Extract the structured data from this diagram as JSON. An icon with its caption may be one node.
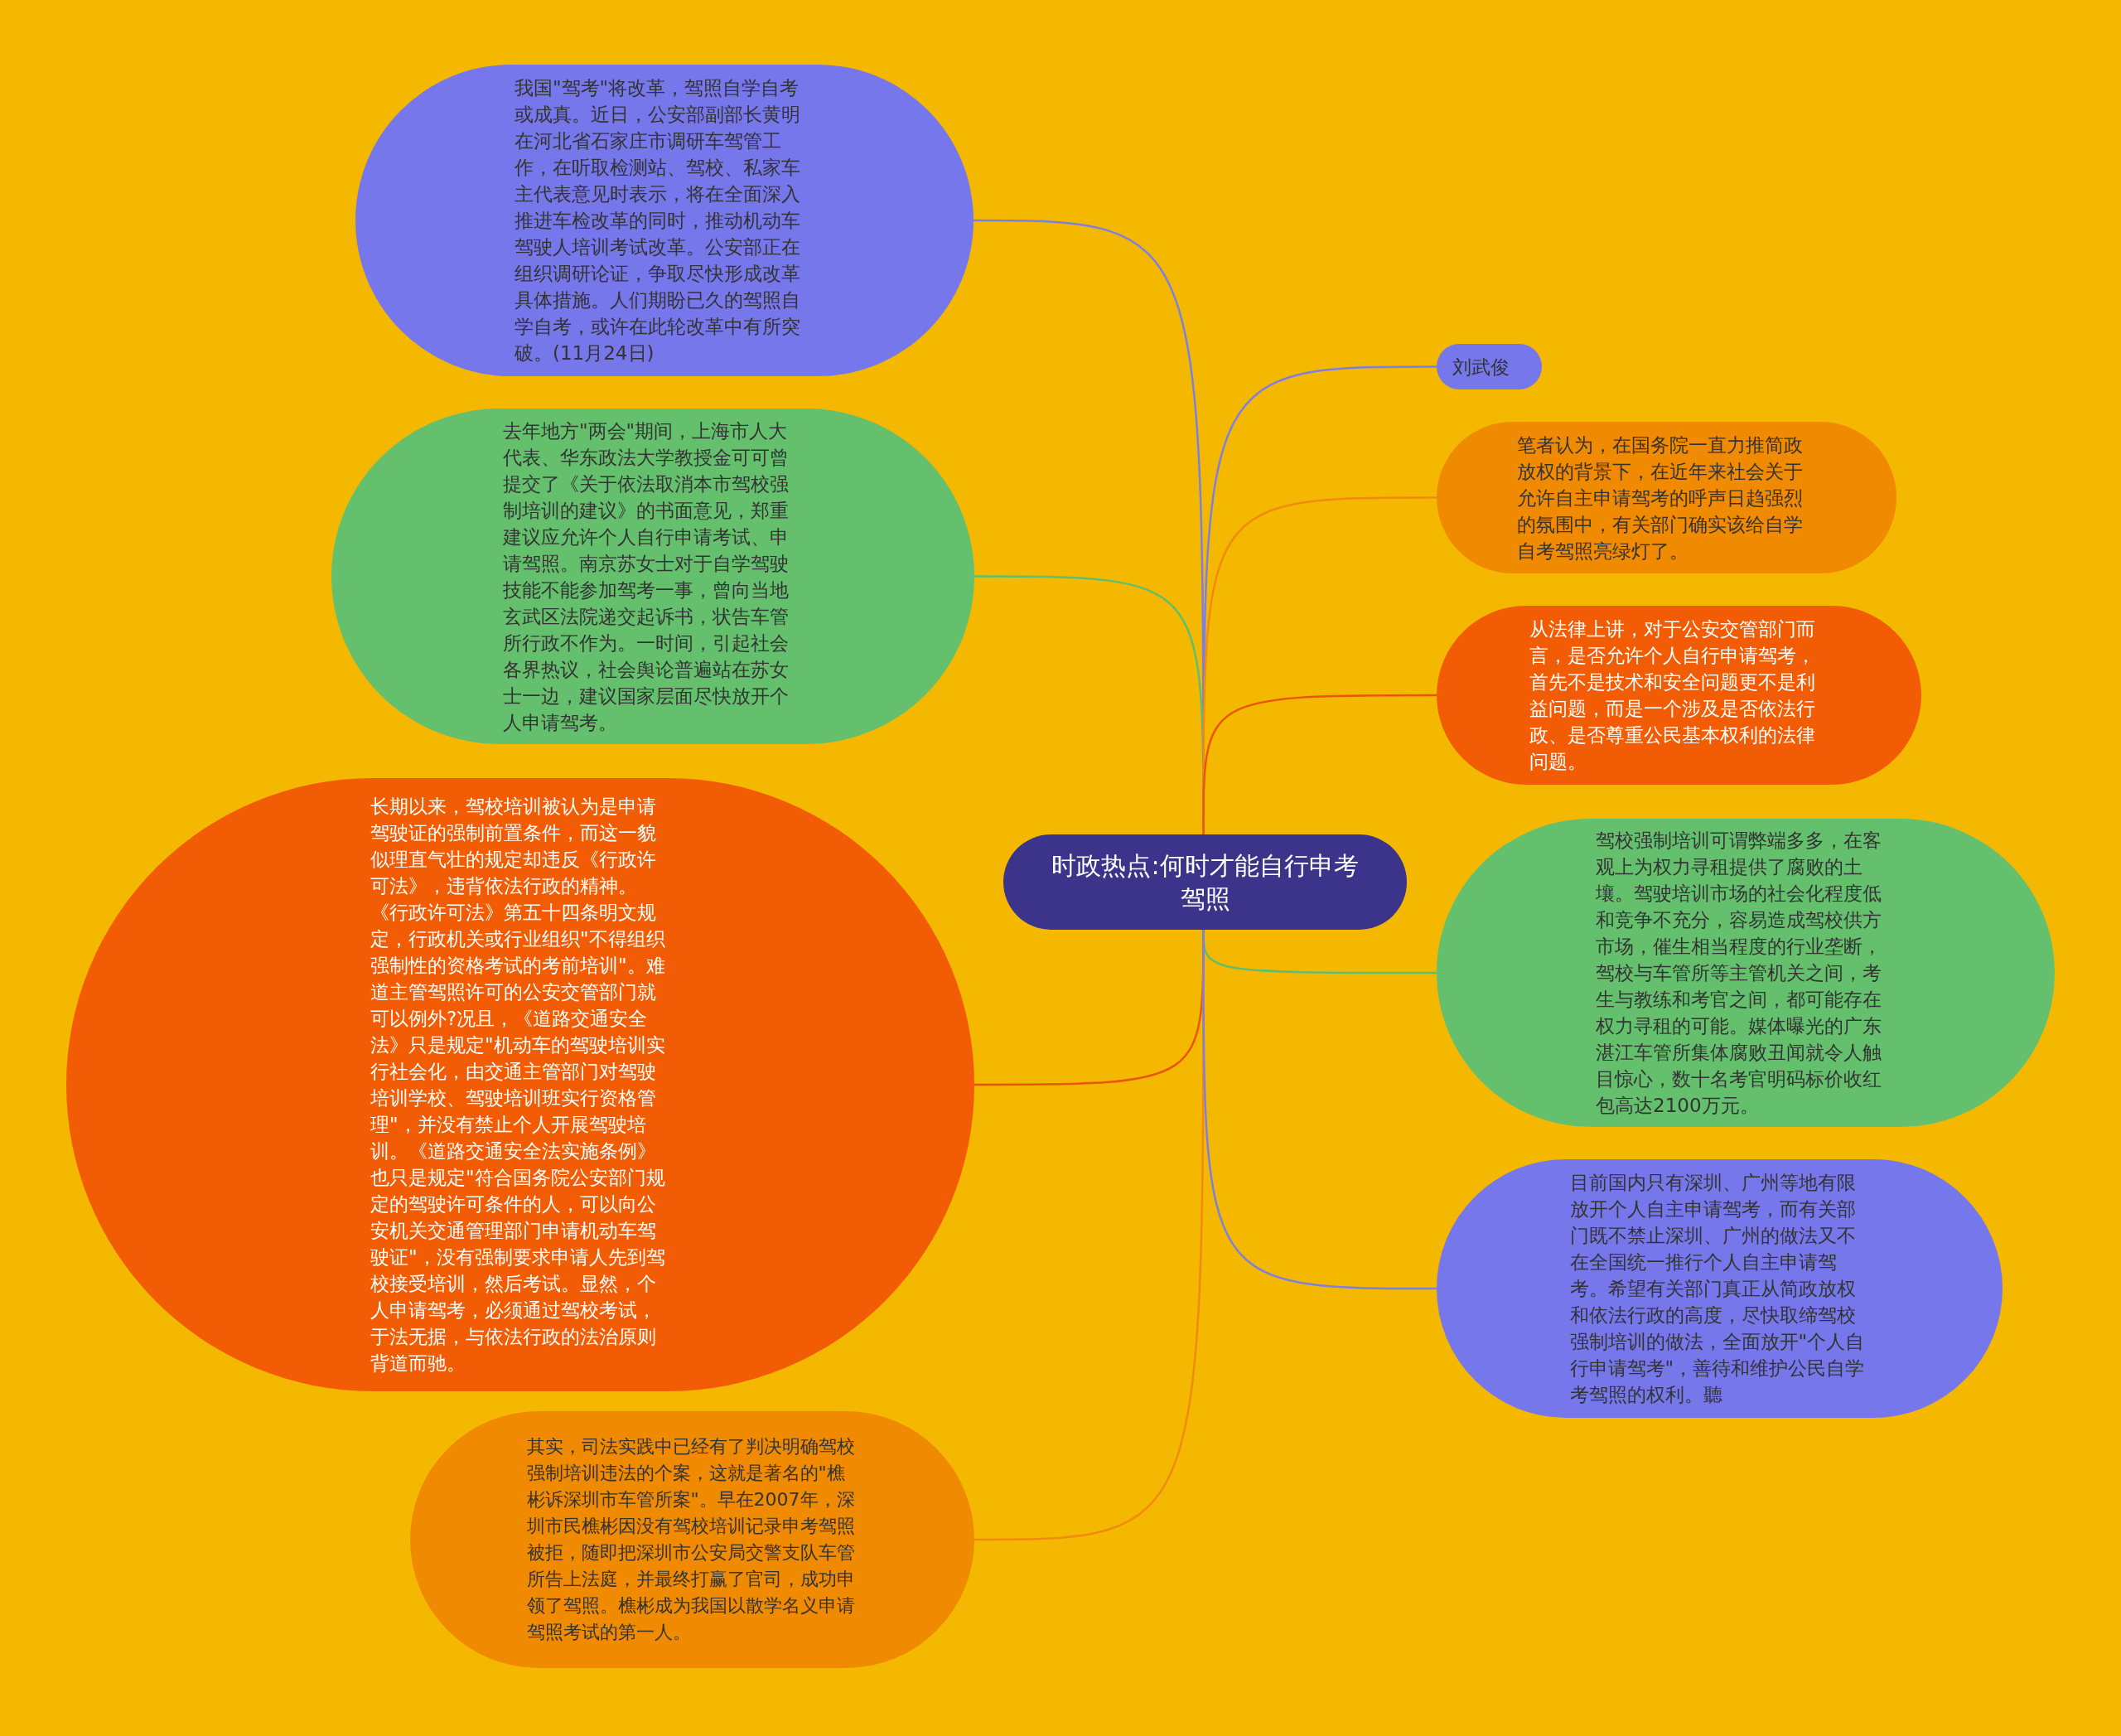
{
  "diagram": {
    "nodes": [
      {
        "text": [
          "时政热点:何时才能自行申考驾照"
        ]
      },
      {
        "text": [
          "我国\"驾考\"将改革，驾照自学自考或成真。近日，公安部副部长黄明在河北省石家庄市调研车驾管工作，在听取检测站、驾校、私家车主代表意见时表示，将在全面深入推进车检改革的同时，推动机动车驾驶人培训考试改革。公安部正在组织调研论证，争取尽快形成改革具体措施。人们期盼已久的驾照自学自考，或许在此轮改革中有所突破。(11月24日)"
        ]
      },
      {
        "text": [
          "去年地方\"两会\"期间，上海市人大代表、华东政法大学教授金可可曾提交了《关于依法取消本市驾校强制培训的建议》的书面意见，郑重建议应允许个人自行申请考试、申请驾照。南京苏女士对于自学驾驶技能不能参加驾考一事，曾向当地玄武区法院递交起诉书，状告车管所行政不作为。一时间，引起社会各界热议，社会舆论普遍站在苏女士一边，建议国家层面尽快放开个人申请驾考。"
        ]
      },
      {
        "text": [
          "长期以来，驾校培训被认为是申请驾驶证的强制前置条件，而这一貌似理直气壮的规定却违反《行政许可法》，违背依法行政的精神。《行政许可法》第五十四条明文规定，行政机关或行业组织\"不得组织强制性的资格考试的考前培训\"。难道主管驾照许可的公安交管部门就可以例外?况且，《道路交通安全法》只是规定\"机动车的驾驶培训实行社会化，由交通主管部门对驾驶培训学校、驾驶培训班实行资格管理\"，并没有禁止个人开展驾驶培训。《道路交通安全法实施条例》也只是规定\"符合国务院公安部门规定的驾驶许可条件的人，可以向公安机关交通管理部门申请机动车驾驶证\"，没有强制要求申请人先到驾校接受培训，然后考试。显然，个人申请驾考，必须通过驾校考试，于法无据，与依法行政的法治原则背道而驰。"
        ]
      },
      {
        "text": [
          "其实，司法实践中已经有了判决明确驾校强制培训违法的个案，这就是著名的\"樵彬诉深圳市车管所案\"。早在2007年，深圳市民樵彬因没有驾校培训记录申考驾照被拒，随即把深圳市公安局交警支队车管所告上法庭，并最终打赢了官司，成功申领了驾照。樵彬成为我国以散学名义申请驾照考试的第一人。"
        ]
      },
      {
        "text": [
          "刘武俊"
        ]
      },
      {
        "text": [
          "笔者认为，在国务院一直力推简政放权的背景下，在近年来社会关于允许自主申请驾考的呼声日趋强烈的氛围中，有关部门确实该给自学自考驾照亮绿灯了。"
        ]
      },
      {
        "text": [
          "从法律上讲，对于公安交管部门而言，是否允许个人自行申请驾考，首先不是技术和安全问题更不是利益问题，而是一个涉及是否依法行政、是否尊重公民基本权利的法律问题。"
        ]
      },
      {
        "text": [
          "驾校强制培训可谓弊端多多，在客观上为权力寻租提供了腐败的土壤。驾驶培训市场的社会化程度低和竞争不充分，容易造成驾校供方市场，催生相当程度的行业垄断，驾校与车管所等主管机关之间，考生与教练和考官之间，都可能存在权力寻租的可能。媒体曝光的广东湛江车管所集体腐败丑闻就令人触目惊心，数十名考官明码标价收红包高达2100万元。"
        ]
      },
      {
        "text": [
          "目前国内只有深圳、广州等地有限放开个人自主申请驾考，而有关部门既不禁止深圳、广州的做法又不在全国统一推行个人自主申请驾考。希望有关部门真正从简政放权和依法行政的高度，尽快取缔驾校强制培训的做法，全面放开\"个人自行申请驾考\"，善待和维护公民自学考驾照的权利。聽"
        ]
      }
    ],
    "edges": [
      {
        "from": 0,
        "to": 1,
        "arrow": "none",
        "color": "#7b7fe6"
      },
      {
        "from": 0,
        "to": 2,
        "arrow": "none",
        "color": "#5fbf6e"
      },
      {
        "from": 0,
        "to": 3,
        "arrow": "none",
        "color": "#e8560a"
      },
      {
        "from": 0,
        "to": 4,
        "arrow": "none",
        "color": "#f08a10"
      },
      {
        "from": 0,
        "to": 5,
        "arrow": "none",
        "color": "#7b7fe6"
      },
      {
        "from": 0,
        "to": 6,
        "arrow": "none",
        "color": "#f08a10"
      },
      {
        "from": 0,
        "to": 7,
        "arrow": "none",
        "color": "#e8560a"
      },
      {
        "from": 0,
        "to": 8,
        "arrow": "none",
        "color": "#5fbf6e"
      },
      {
        "from": 0,
        "to": 9,
        "arrow": "none",
        "color": "#7b7fe6"
      }
    ]
  }
}
